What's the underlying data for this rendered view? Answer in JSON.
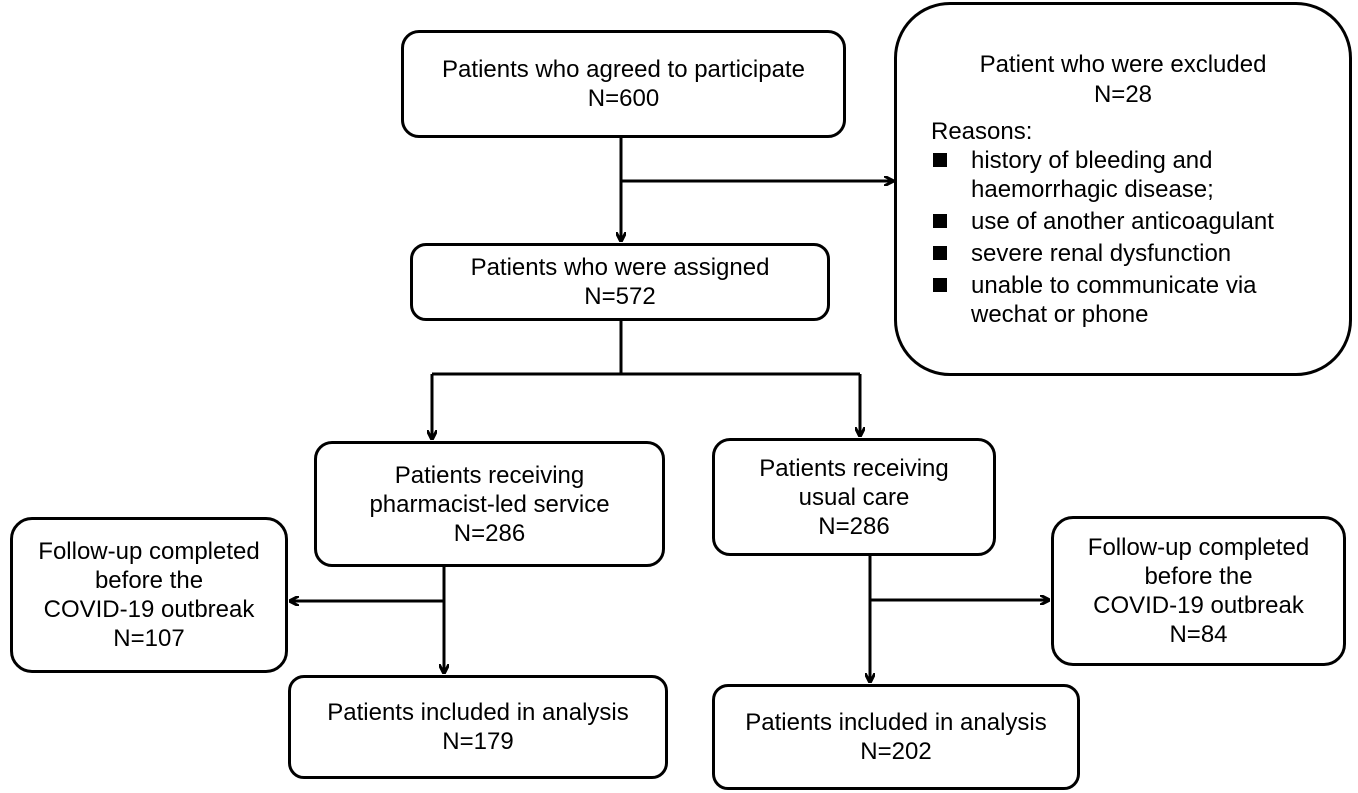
{
  "nodes": {
    "agreed": {
      "title": "Patients who agreed to participate",
      "n": "N=600"
    },
    "assigned": {
      "title": "Patients who were assigned",
      "n": "N=572"
    },
    "pharmacist": {
      "title_line1": "Patients receiving",
      "title_line2": "pharmacist-led service",
      "n": "N=286"
    },
    "usual": {
      "title_line1": "Patients receiving",
      "title_line2": "usual care",
      "n": "N=286"
    },
    "followup_left": {
      "line1": "Follow-up completed",
      "line2": "before the",
      "line3": "COVID-19 outbreak",
      "n": "N=107"
    },
    "followup_right": {
      "line1": "Follow-up completed",
      "line2": "before the",
      "line3": "COVID-19 outbreak",
      "n": "N=84"
    },
    "analysis_left": {
      "title": "Patients included in analysis",
      "n": "N=179"
    },
    "analysis_right": {
      "title": "Patients included in analysis",
      "n": "N=202"
    },
    "excluded": {
      "title": "Patient who were excluded",
      "n": "N=28",
      "reasons_label": "Reasons:",
      "reasons": [
        {
          "line1": "history of bleeding and",
          "line2": "haemorrhagic disease;"
        },
        {
          "line1": "use of another anticoagulant",
          "line2": ""
        },
        {
          "line1": "severe renal dysfunction",
          "line2": ""
        },
        {
          "line1": "unable to communicate via",
          "line2": "wechat or phone"
        }
      ]
    }
  },
  "colors": {
    "stroke": "#000000",
    "background": "#ffffff"
  }
}
